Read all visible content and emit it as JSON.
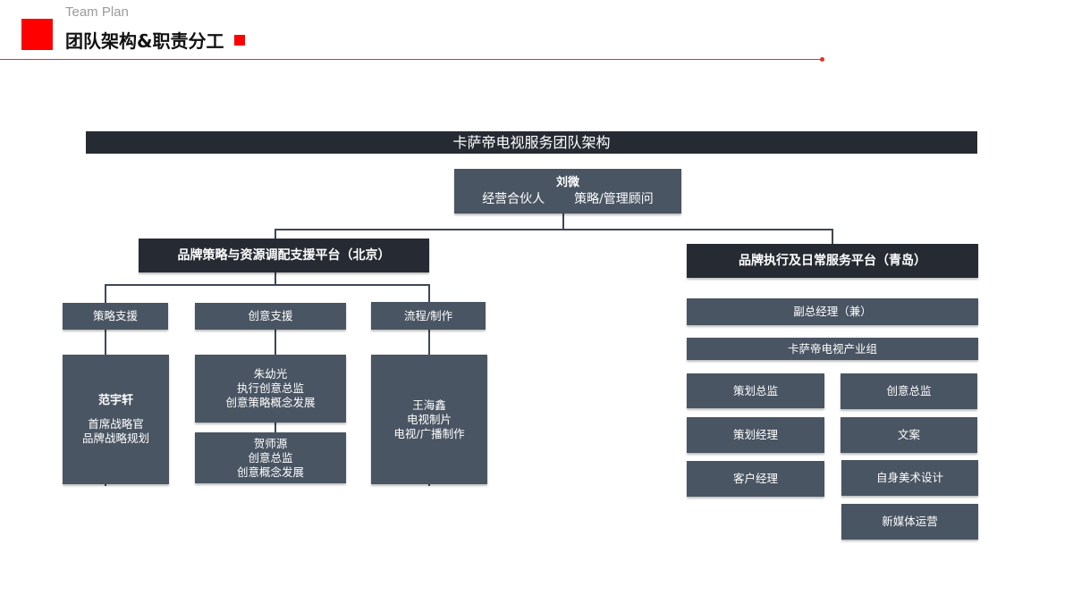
{
  "header": {
    "subtitle": "Team Plan",
    "title": "团队架构&职责分工"
  },
  "banner": "卡萨帝电视服务团队架构",
  "leader": {
    "name": "刘微",
    "role1": "经营合伙人",
    "role2": "策略/管理顾问"
  },
  "beijing": {
    "title": "品牌策略与资源调配支援平台（北京）",
    "groups": [
      {
        "label": "策略支援",
        "people": [
          {
            "name": "范宇轩",
            "lines": [
              "首席战略官",
              "品牌战略规划"
            ]
          }
        ]
      },
      {
        "label": "创意支援",
        "people": [
          {
            "name": "朱幼光",
            "lines": [
              "执行创意总监",
              "创意策略概念发展"
            ]
          },
          {
            "name": "贺师源",
            "lines": [
              "创意总监",
              "创意概念发展"
            ]
          }
        ]
      },
      {
        "label": "流程/制作",
        "people": [
          {
            "name": "王海鑫",
            "lines": [
              "电视制片",
              "电视/广播制作"
            ]
          }
        ]
      }
    ]
  },
  "qingdao": {
    "title": "品牌执行及日常服务平台（青岛）",
    "deputy": "副总经理（兼）",
    "group": "卡萨帝电视产业组",
    "left_roles": [
      "策划总监",
      "策划经理",
      "客户经理"
    ],
    "right_roles": [
      "创意总监",
      "文案",
      "自身美术设计",
      "新媒体运营"
    ]
  },
  "colors": {
    "accent": "#ff0000",
    "box": "#4a5563",
    "dark": "#262b33"
  }
}
